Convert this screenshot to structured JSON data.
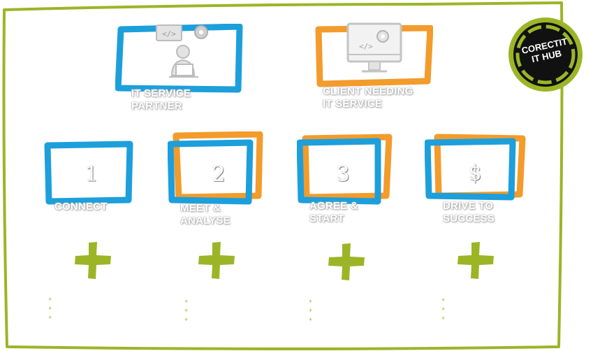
{
  "roles": [
    {
      "label": "IT SERVICE\nPARTNER",
      "icon": "developer-at-computer-icon"
    },
    {
      "label": "CLIENT NEEDING\nIT SERVICE",
      "icon": "monitor-code-gear-icon"
    }
  ],
  "steps": [
    {
      "number": "1",
      "label": "CONNECT"
    },
    {
      "number": "2",
      "label": "MEET &\nANALYSE"
    },
    {
      "number": "3",
      "label": "AGREE &\nSTART"
    },
    {
      "number": "$",
      "label": "DRIVE TO\nSUCCESS"
    }
  ],
  "bullets": [
    "+\n+\n+",
    "+\n+\n+",
    "+\n+\n+",
    "+\n+\n+"
  ],
  "badge": {
    "text": "CORECTIT\nIT HUB"
  },
  "colors": {
    "blue": "#1c9fdb",
    "orange": "#f39b2b",
    "green": "#9bb527",
    "dark": "#111111"
  },
  "icons": {
    "plus": "plus-icon"
  }
}
